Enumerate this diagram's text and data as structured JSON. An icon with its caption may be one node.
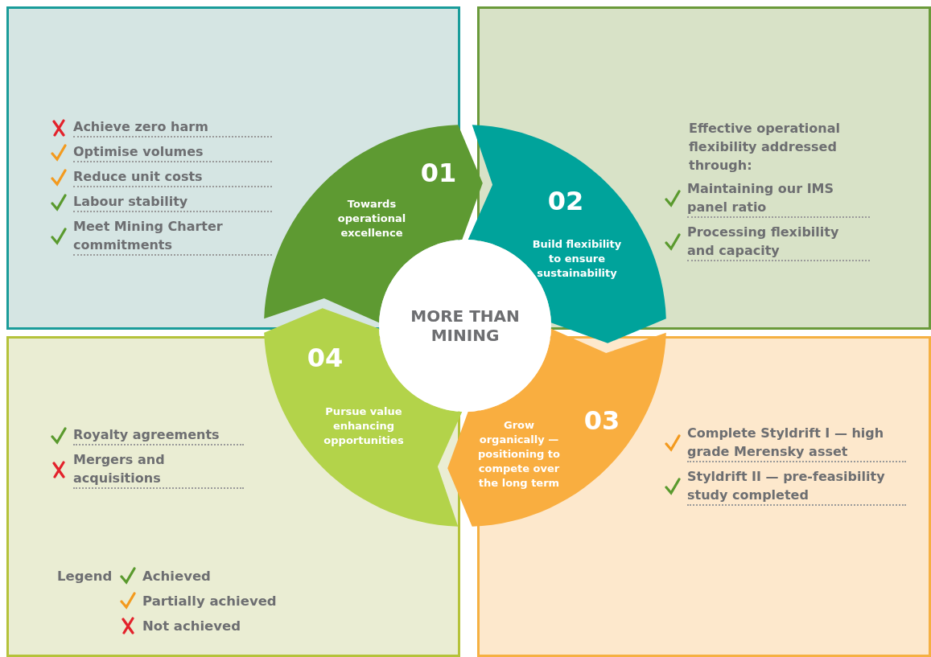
{
  "diagram": {
    "nodes": [
      {
        "text": [
          "Achieve zero harm",
          "Optimise volumes",
          "Reduce unit costs",
          "Labour stability",
          "Meet Mining Charter commitments"
        ]
      },
      {
        "text": [
          "Effective operational flexibility addressed through:",
          "Maintaining our IMS panel ratio",
          "Processing flexibility and capacity"
        ]
      },
      {
        "text": [
          "Royalty agreements",
          "Mergers and acquisitions"
        ]
      },
      {
        "text": [
          "Complete Styldrift I — high grade Merensky asset",
          "Styldrift II — pre-feasibility study completed"
        ]
      },
      {
        "text": [
          "MORE THAN MINING"
        ]
      },
      {
        "text": [
          "01",
          "Towards operational excellence"
        ]
      },
      {
        "text": [
          "02",
          "Build flexibility to ensure sustainability"
        ]
      },
      {
        "text": [
          "03",
          "Grow organically — positioning to compete over the long term"
        ]
      },
      {
        "text": [
          "04",
          "Pursue value enhancing opportunities"
        ]
      }
    ],
    "labels": [
      "Legend"
    ],
    "legend": [
      {
        "text": "Achieved"
      },
      {
        "text": "Partially achieved"
      },
      {
        "text": "Not achieved"
      }
    ]
  }
}
